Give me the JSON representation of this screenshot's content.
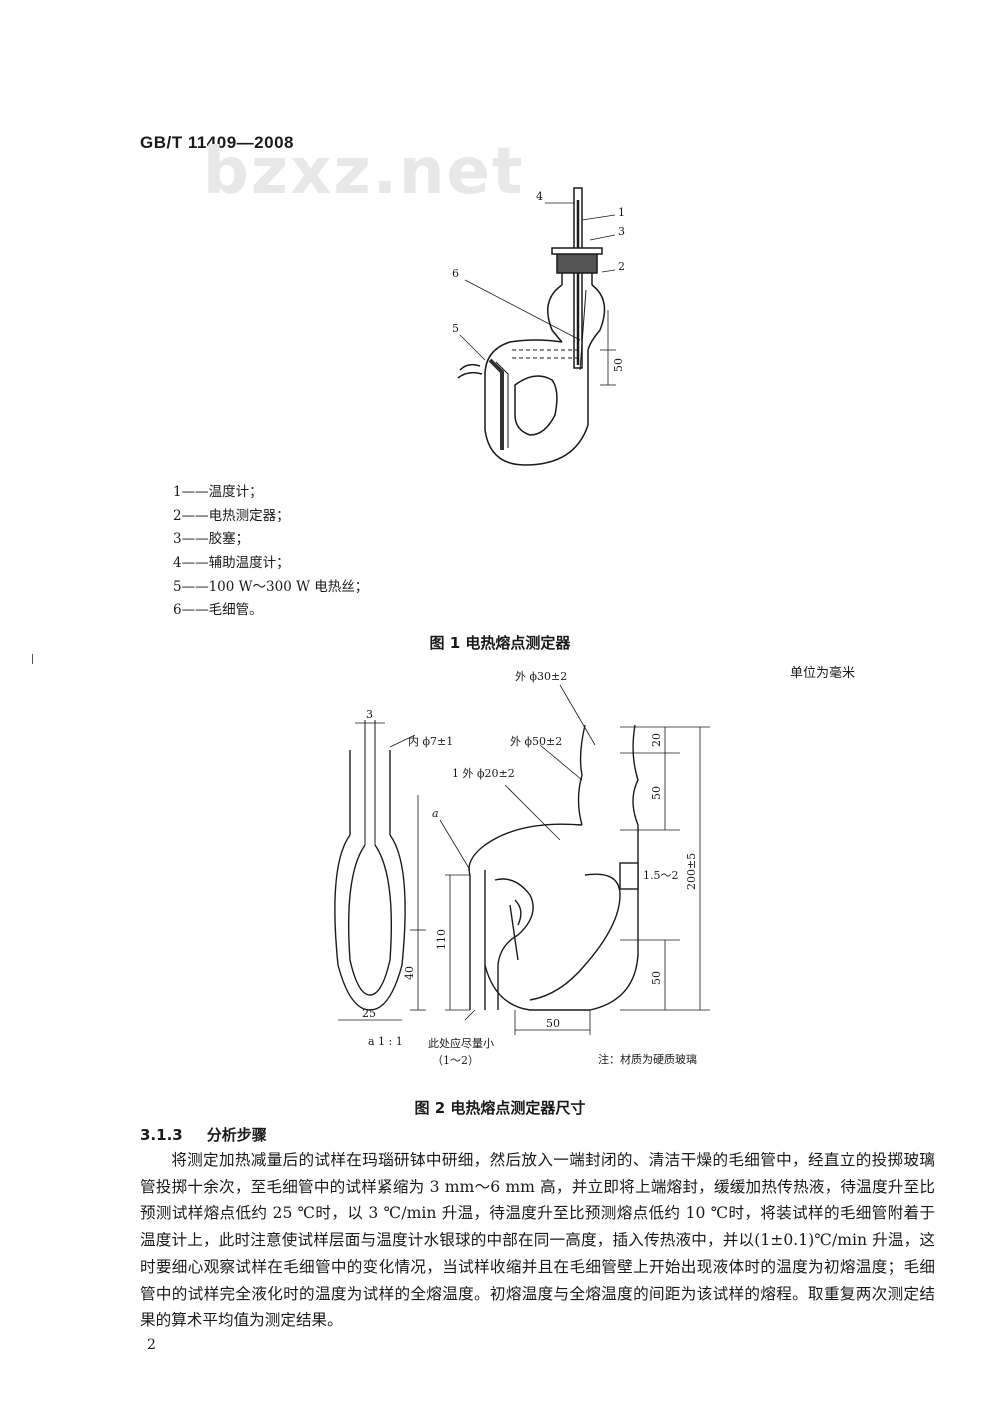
{
  "header": {
    "standard_code": "GB/T 11409—2008",
    "watermark": "bzxz.net"
  },
  "figure1": {
    "callouts": [
      "1",
      "2",
      "3",
      "4",
      "5",
      "6"
    ],
    "dimension": "50",
    "legend": [
      "1——温度计；",
      "2——电热测定器；",
      "3——胶塞；",
      "4——辅助温度计；",
      "5——100 W～300 W 电热丝；",
      "6——毛细管。"
    ],
    "caption": "图 1   电热熔点测定器"
  },
  "figure2": {
    "unit_note": "单位为毫米",
    "labels": {
      "outer30": "外 ϕ30±2",
      "outer50": "外 ϕ50±2",
      "inner7": "内 ϕ7±1",
      "outer20": "1 外 ϕ20±2",
      "a": "a",
      "gap": "1.5～2",
      "dim3": "3",
      "dim20": "20",
      "dim50a": "50",
      "dim200": "200±5",
      "dim110": "110",
      "dim40": "40",
      "dim25": "25",
      "dim50b": "50",
      "dim50c": "50",
      "scale": "a  1 : 1",
      "minimize": "此处应尽量小",
      "minimize_range": "（1～2）",
      "note": "注：材质为硬质玻璃"
    },
    "caption": "图 2   电热熔点测定器尺寸"
  },
  "section": {
    "number": "3.1.3",
    "title": "分析步骤",
    "paragraph": "将测定加热减量后的试样在玛瑙研钵中研细，然后放入一端封闭的、清洁干燥的毛细管中，经直立的投掷玻璃管投掷十余次，至毛细管中的试样紧缩为 3 mm～6 mm 高，并立即将上端熔封，缓缓加热传热液，待温度升至比预测试样熔点低约 25 ℃时，以 3 ℃/min 升温，待温度升至比预测熔点低约 10 ℃时，将装试样的毛细管附着于温度计上，此时注意使试样层面与温度计水银球的中部在同一高度，插入传热液中，并以(1±0.1)℃/min 升温，这时要细心观察试样在毛细管中的变化情况，当试样收缩并且在毛细管壁上开始出现液体时的温度为初熔温度；毛细管中的试样完全液化时的温度为试样的全熔温度。初熔温度与全熔温度的间距为该试样的熔程。取重复两次测定结果的算术平均值为测定结果。"
  },
  "footer": {
    "page_number": "2"
  }
}
